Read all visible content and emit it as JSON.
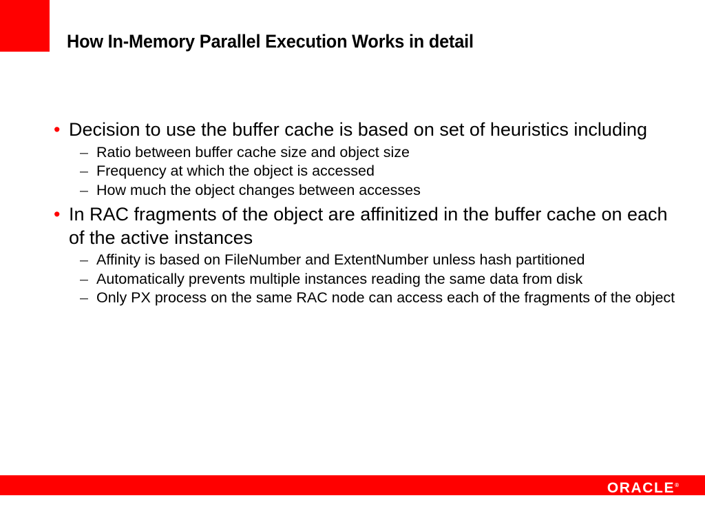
{
  "slide": {
    "title": "How In-Memory Parallel Execution Works in detail",
    "background_color": "#ffffff",
    "accent_color": "#ff0000"
  },
  "decor": {
    "corner_block_color": "#ff0000"
  },
  "markers": {
    "level1": "•",
    "level2": "–",
    "level1_color": "#ff0000",
    "level2_color": "#3c3c3c"
  },
  "content": {
    "groups": [
      {
        "bullet": "Decision to use the buffer cache is based on set of heuristics including",
        "sub": [
          "Ratio between buffer cache size and object size",
          "Frequency at which the object is accessed",
          "How much the object changes between accesses"
        ]
      },
      {
        "bullet": " In RAC fragments of the object are affinitized in the buffer cache on each of the active instances",
        "sub": [
          "Affinity is based on FileNumber and ExtentNumber unless hash partitioned",
          "Automatically prevents multiple instances reading the same data from disk",
          "Only PX process on the same RAC node can access each of the fragments of the object"
        ]
      }
    ]
  },
  "footer": {
    "bar_color": "#ff0000",
    "logo_text": "ORACLE",
    "logo_registered": "®",
    "logo_color": "#ffffff"
  }
}
